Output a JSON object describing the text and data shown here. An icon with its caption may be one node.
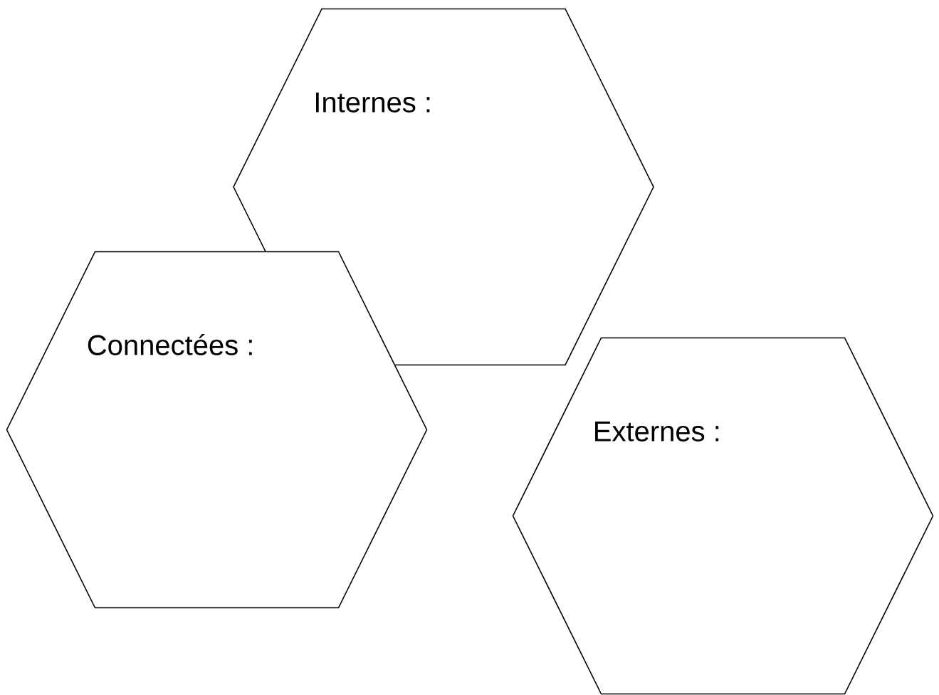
{
  "diagram": {
    "nodes": [
      {
        "text": [
          "Internes :"
        ]
      },
      {
        "text": [
          "Connectées :"
        ]
      },
      {
        "text": [
          "Externes :"
        ]
      }
    ]
  }
}
